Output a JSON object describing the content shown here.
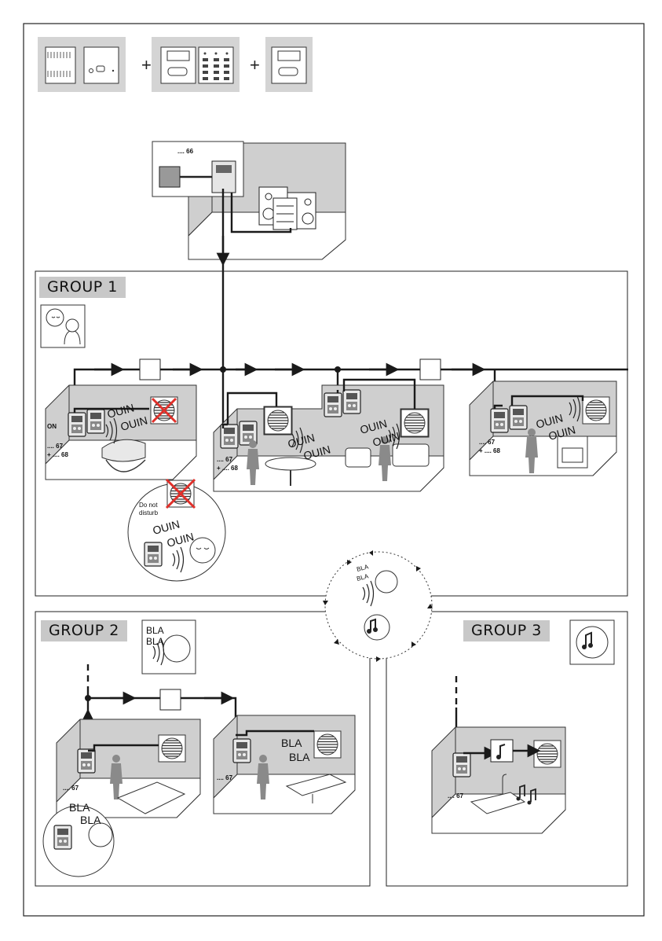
{
  "groups": [
    {
      "label": "GROUP 1"
    },
    {
      "label": "GROUP 2"
    },
    {
      "label": "GROUP 3"
    }
  ],
  "codes": {
    "c66": ".... 66",
    "c67": ".... 67",
    "c68": "+ .... 68"
  },
  "texts": {
    "on": "ON",
    "ouin": "OUIN",
    "bla": "BLA",
    "do_not": "Do not",
    "disturb": "disturb",
    "plus": "+"
  },
  "icons": [
    "baby-crying-icon",
    "person-speaking-icon",
    "music-note-icon",
    "speaker-icon",
    "control-unit-icon",
    "room-controller-icon",
    "hi-fi-stereo-icon"
  ],
  "colors": {
    "line": "#1a1a1a",
    "wall": "#cfcfcf",
    "floor": "#ffffff",
    "label_bg": "#c8c8c8",
    "cross": "#e0302a"
  }
}
